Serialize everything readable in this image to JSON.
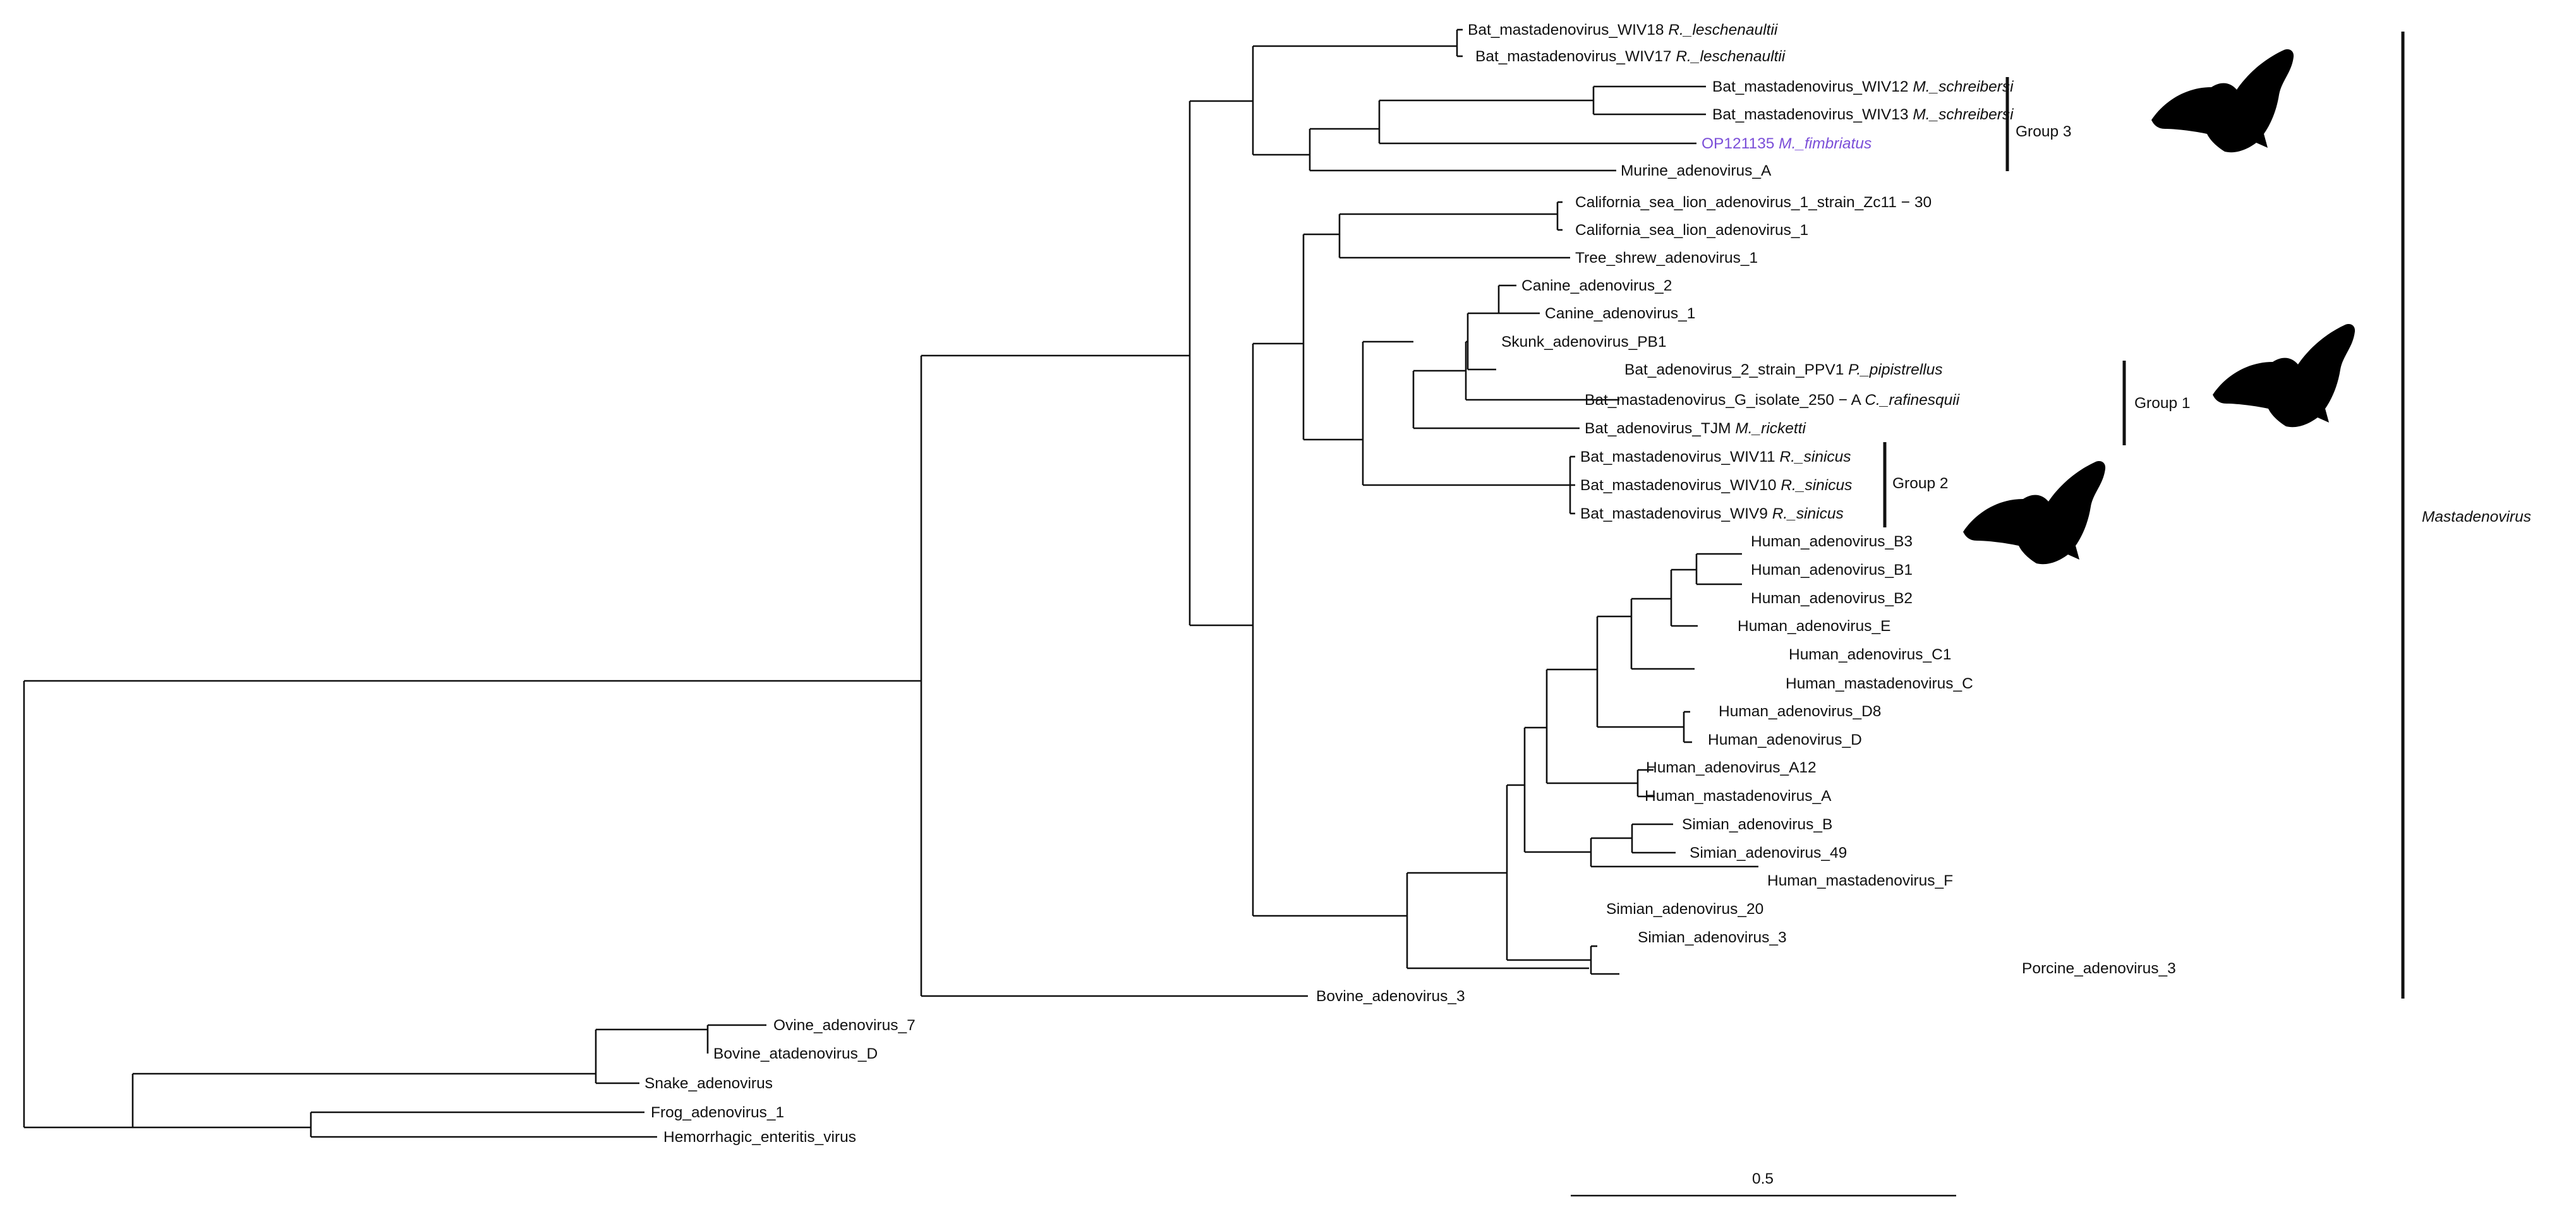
{
  "tree": {
    "leaves": [
      {
        "id": "wiv18",
        "name": "Bat_mastadenovirus_WIV18",
        "host": "R._leschenaultii"
      },
      {
        "id": "wiv17",
        "name": "Bat_mastadenovirus_WIV17",
        "host": "R._leschenaultii"
      },
      {
        "id": "wiv12",
        "name": "Bat_mastadenovirus_WIV12",
        "host": "M._schreibersi"
      },
      {
        "id": "wiv13",
        "name": "Bat_mastadenovirus_WIV13",
        "host": "M._schreibersi"
      },
      {
        "id": "op121135",
        "name": "OP121135",
        "host": "M._fimbriatus",
        "highlight": true
      },
      {
        "id": "murineA",
        "name": "Murine_adenovirus_A",
        "host": ""
      },
      {
        "id": "csl1zc",
        "name": "California_sea_lion_adenovirus_1_strain_Zc11 − 30",
        "host": ""
      },
      {
        "id": "csl1",
        "name": "California_sea_lion_adenovirus_1",
        "host": ""
      },
      {
        "id": "treeshrew",
        "name": "Tree_shrew_adenovirus_1",
        "host": ""
      },
      {
        "id": "canine2",
        "name": "Canine_adenovirus_2",
        "host": ""
      },
      {
        "id": "canine1",
        "name": "Canine_adenovirus_1",
        "host": ""
      },
      {
        "id": "skunk",
        "name": "Skunk_adenovirus_PB1",
        "host": ""
      },
      {
        "id": "ppv1",
        "name": "Bat_adenovirus_2_strain_PPV1",
        "host": "P._pipistrellus"
      },
      {
        "id": "batG",
        "name": "Bat_mastadenovirus_G_isolate_250 − A",
        "host": "C._rafinesquii"
      },
      {
        "id": "tjm",
        "name": "Bat_adenovirus_TJM",
        "host": "M._ricketti"
      },
      {
        "id": "wiv11",
        "name": "Bat_mastadenovirus_WIV11",
        "host": "R._sinicus"
      },
      {
        "id": "wiv10",
        "name": "Bat_mastadenovirus_WIV10",
        "host": "R._sinicus"
      },
      {
        "id": "wiv9",
        "name": "Bat_mastadenovirus_WIV9",
        "host": "R._sinicus"
      },
      {
        "id": "hB3",
        "name": "Human_adenovirus_B3",
        "host": ""
      },
      {
        "id": "hB1",
        "name": "Human_adenovirus_B1",
        "host": ""
      },
      {
        "id": "hB2",
        "name": "Human_adenovirus_B2",
        "host": ""
      },
      {
        "id": "hE",
        "name": "Human_adenovirus_E",
        "host": ""
      },
      {
        "id": "hC1",
        "name": "Human_adenovirus_C1",
        "host": ""
      },
      {
        "id": "hmC",
        "name": "Human_mastadenovirus_C",
        "host": ""
      },
      {
        "id": "hD8",
        "name": "Human_adenovirus_D8",
        "host": ""
      },
      {
        "id": "hD",
        "name": "Human_adenovirus_D",
        "host": ""
      },
      {
        "id": "hA12",
        "name": "Human_adenovirus_A12",
        "host": ""
      },
      {
        "id": "hmA",
        "name": "Human_mastadenovirus_A",
        "host": ""
      },
      {
        "id": "sB",
        "name": "Simian_adenovirus_B",
        "host": ""
      },
      {
        "id": "s49",
        "name": "Simian_adenovirus_49",
        "host": ""
      },
      {
        "id": "hmF",
        "name": "Human_mastadenovirus_F",
        "host": ""
      },
      {
        "id": "s20",
        "name": "Simian_adenovirus_20",
        "host": ""
      },
      {
        "id": "s3",
        "name": "Simian_adenovirus_3",
        "host": ""
      },
      {
        "id": "porcine3",
        "name": "Porcine_adenovirus_3",
        "host": ""
      },
      {
        "id": "bovine3",
        "name": "Bovine_adenovirus_3",
        "host": ""
      },
      {
        "id": "ovine7",
        "name": "Ovine_adenovirus_7",
        "host": ""
      },
      {
        "id": "bovineD",
        "name": "Bovine_atadenovirus_D",
        "host": ""
      },
      {
        "id": "snake",
        "name": "Snake_adenovirus",
        "host": ""
      },
      {
        "id": "frog1",
        "name": "Frog_adenovirus_1",
        "host": ""
      },
      {
        "id": "hev",
        "name": "Hemorrhagic_enteritis_virus",
        "host": ""
      }
    ],
    "groups": [
      {
        "id": "group3",
        "label": "Group 3"
      },
      {
        "id": "group1",
        "label": "Group 1"
      },
      {
        "id": "group2",
        "label": "Group 2"
      }
    ],
    "clade_label": "Mastadenovirus",
    "scale_bar": {
      "label": "0.5",
      "length": 0.5
    }
  },
  "colors": {
    "highlight": "#7b4fd8",
    "text": "#111111",
    "branch": "#111111",
    "silhouette": "#000000"
  },
  "icons": [
    "bat-silhouette-icon"
  ]
}
